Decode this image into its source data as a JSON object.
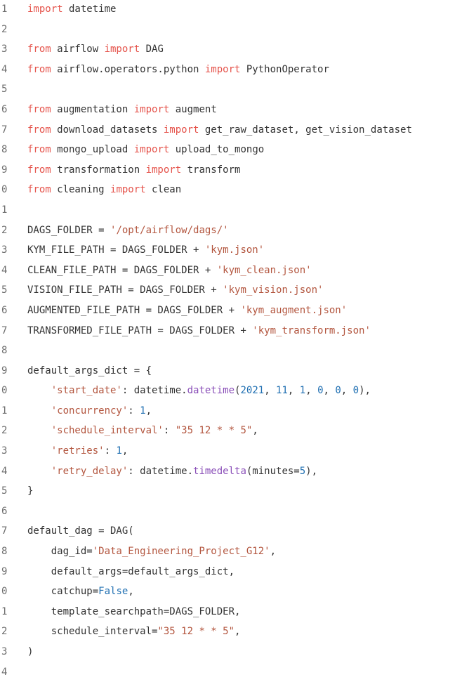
{
  "editor": {
    "lines": [
      {
        "n": "1",
        "tokens": [
          {
            "t": "import",
            "c": "kw"
          },
          {
            "t": " datetime",
            "c": "id"
          }
        ]
      },
      {
        "n": "2",
        "tokens": []
      },
      {
        "n": "3",
        "tokens": [
          {
            "t": "from",
            "c": "kw"
          },
          {
            "t": " airflow ",
            "c": "id"
          },
          {
            "t": "import",
            "c": "kw"
          },
          {
            "t": " DAG",
            "c": "id"
          }
        ]
      },
      {
        "n": "4",
        "tokens": [
          {
            "t": "from",
            "c": "kw"
          },
          {
            "t": " airflow.operators.python ",
            "c": "id"
          },
          {
            "t": "import",
            "c": "kw"
          },
          {
            "t": " PythonOperator",
            "c": "id"
          }
        ]
      },
      {
        "n": "5",
        "tokens": []
      },
      {
        "n": "6",
        "tokens": [
          {
            "t": "from",
            "c": "kw"
          },
          {
            "t": " augmentation ",
            "c": "id"
          },
          {
            "t": "import",
            "c": "kw"
          },
          {
            "t": " augment",
            "c": "id"
          }
        ]
      },
      {
        "n": "7",
        "tokens": [
          {
            "t": "from",
            "c": "kw"
          },
          {
            "t": " download_datasets ",
            "c": "id"
          },
          {
            "t": "import",
            "c": "kw"
          },
          {
            "t": " get_raw_dataset, get_vision_dataset",
            "c": "id"
          }
        ]
      },
      {
        "n": "8",
        "tokens": [
          {
            "t": "from",
            "c": "kw"
          },
          {
            "t": " mongo_upload ",
            "c": "id"
          },
          {
            "t": "import",
            "c": "kw"
          },
          {
            "t": " upload_to_mongo",
            "c": "id"
          }
        ]
      },
      {
        "n": "9",
        "tokens": [
          {
            "t": "from",
            "c": "kw"
          },
          {
            "t": " transformation ",
            "c": "id"
          },
          {
            "t": "import",
            "c": "kw"
          },
          {
            "t": " transform",
            "c": "id"
          }
        ]
      },
      {
        "n": "0",
        "tokens": [
          {
            "t": "from",
            "c": "kw"
          },
          {
            "t": " cleaning ",
            "c": "id"
          },
          {
            "t": "import",
            "c": "kw"
          },
          {
            "t": " clean",
            "c": "id"
          }
        ]
      },
      {
        "n": "1",
        "tokens": []
      },
      {
        "n": "2",
        "tokens": [
          {
            "t": "DAGS_FOLDER = ",
            "c": "id"
          },
          {
            "t": "'/opt/airflow/dags/'",
            "c": "str"
          }
        ]
      },
      {
        "n": "3",
        "tokens": [
          {
            "t": "KYM_FILE_PATH = DAGS_FOLDER + ",
            "c": "id"
          },
          {
            "t": "'kym.json'",
            "c": "str"
          }
        ]
      },
      {
        "n": "4",
        "tokens": [
          {
            "t": "CLEAN_FILE_PATH = DAGS_FOLDER + ",
            "c": "id"
          },
          {
            "t": "'kym_clean.json'",
            "c": "str"
          }
        ]
      },
      {
        "n": "5",
        "tokens": [
          {
            "t": "VISION_FILE_PATH = DAGS_FOLDER + ",
            "c": "id"
          },
          {
            "t": "'kym_vision.json'",
            "c": "str"
          }
        ]
      },
      {
        "n": "6",
        "tokens": [
          {
            "t": "AUGMENTED_FILE_PATH = DAGS_FOLDER + ",
            "c": "id"
          },
          {
            "t": "'kym_augment.json'",
            "c": "str"
          }
        ]
      },
      {
        "n": "7",
        "tokens": [
          {
            "t": "TRANSFORMED_FILE_PATH = DAGS_FOLDER + ",
            "c": "id"
          },
          {
            "t": "'kym_transform.json'",
            "c": "str"
          }
        ]
      },
      {
        "n": "8",
        "tokens": []
      },
      {
        "n": "9",
        "tokens": [
          {
            "t": "default_args_dict = {",
            "c": "id"
          }
        ]
      },
      {
        "n": "0",
        "tokens": [
          {
            "t": "    ",
            "c": "id"
          },
          {
            "t": "'start_date'",
            "c": "str"
          },
          {
            "t": ": datetime.",
            "c": "id"
          },
          {
            "t": "datetime",
            "c": "fn"
          },
          {
            "t": "(",
            "c": "id"
          },
          {
            "t": "2021",
            "c": "num"
          },
          {
            "t": ", ",
            "c": "id"
          },
          {
            "t": "11",
            "c": "num"
          },
          {
            "t": ", ",
            "c": "id"
          },
          {
            "t": "1",
            "c": "num"
          },
          {
            "t": ", ",
            "c": "id"
          },
          {
            "t": "0",
            "c": "num"
          },
          {
            "t": ", ",
            "c": "id"
          },
          {
            "t": "0",
            "c": "num"
          },
          {
            "t": ", ",
            "c": "id"
          },
          {
            "t": "0",
            "c": "num"
          },
          {
            "t": "),",
            "c": "id"
          }
        ]
      },
      {
        "n": "1",
        "tokens": [
          {
            "t": "    ",
            "c": "id"
          },
          {
            "t": "'concurrency'",
            "c": "str"
          },
          {
            "t": ": ",
            "c": "id"
          },
          {
            "t": "1",
            "c": "num"
          },
          {
            "t": ",",
            "c": "id"
          }
        ]
      },
      {
        "n": "2",
        "tokens": [
          {
            "t": "    ",
            "c": "id"
          },
          {
            "t": "'schedule_interval'",
            "c": "str"
          },
          {
            "t": ": ",
            "c": "id"
          },
          {
            "t": "\"35 12 * * 5\"",
            "c": "str"
          },
          {
            "t": ",",
            "c": "id"
          }
        ]
      },
      {
        "n": "3",
        "tokens": [
          {
            "t": "    ",
            "c": "id"
          },
          {
            "t": "'retries'",
            "c": "str"
          },
          {
            "t": ": ",
            "c": "id"
          },
          {
            "t": "1",
            "c": "num"
          },
          {
            "t": ",",
            "c": "id"
          }
        ]
      },
      {
        "n": "4",
        "tokens": [
          {
            "t": "    ",
            "c": "id"
          },
          {
            "t": "'retry_delay'",
            "c": "str"
          },
          {
            "t": ": datetime.",
            "c": "id"
          },
          {
            "t": "timedelta",
            "c": "fn"
          },
          {
            "t": "(minutes=",
            "c": "id"
          },
          {
            "t": "5",
            "c": "num"
          },
          {
            "t": "),",
            "c": "id"
          }
        ]
      },
      {
        "n": "5",
        "tokens": [
          {
            "t": "}",
            "c": "id"
          }
        ]
      },
      {
        "n": "6",
        "tokens": []
      },
      {
        "n": "7",
        "tokens": [
          {
            "t": "default_dag = DAG(",
            "c": "id"
          }
        ]
      },
      {
        "n": "8",
        "tokens": [
          {
            "t": "    dag_id=",
            "c": "id"
          },
          {
            "t": "'Data_Engineering_Project_G12'",
            "c": "str"
          },
          {
            "t": ",",
            "c": "id"
          }
        ]
      },
      {
        "n": "9",
        "tokens": [
          {
            "t": "    default_args=default_args_dict,",
            "c": "id"
          }
        ]
      },
      {
        "n": "0",
        "tokens": [
          {
            "t": "    catchup=",
            "c": "id"
          },
          {
            "t": "False",
            "c": "bool"
          },
          {
            "t": ",",
            "c": "id"
          }
        ]
      },
      {
        "n": "1",
        "tokens": [
          {
            "t": "    template_searchpath=DAGS_FOLDER,",
            "c": "id"
          }
        ]
      },
      {
        "n": "2",
        "tokens": [
          {
            "t": "    schedule_interval=",
            "c": "id"
          },
          {
            "t": "\"35 12 * * 5\"",
            "c": "str"
          },
          {
            "t": ",",
            "c": "id"
          }
        ]
      },
      {
        "n": "3",
        "tokens": [
          {
            "t": ")",
            "c": "id"
          }
        ]
      },
      {
        "n": "4",
        "tokens": []
      }
    ]
  }
}
